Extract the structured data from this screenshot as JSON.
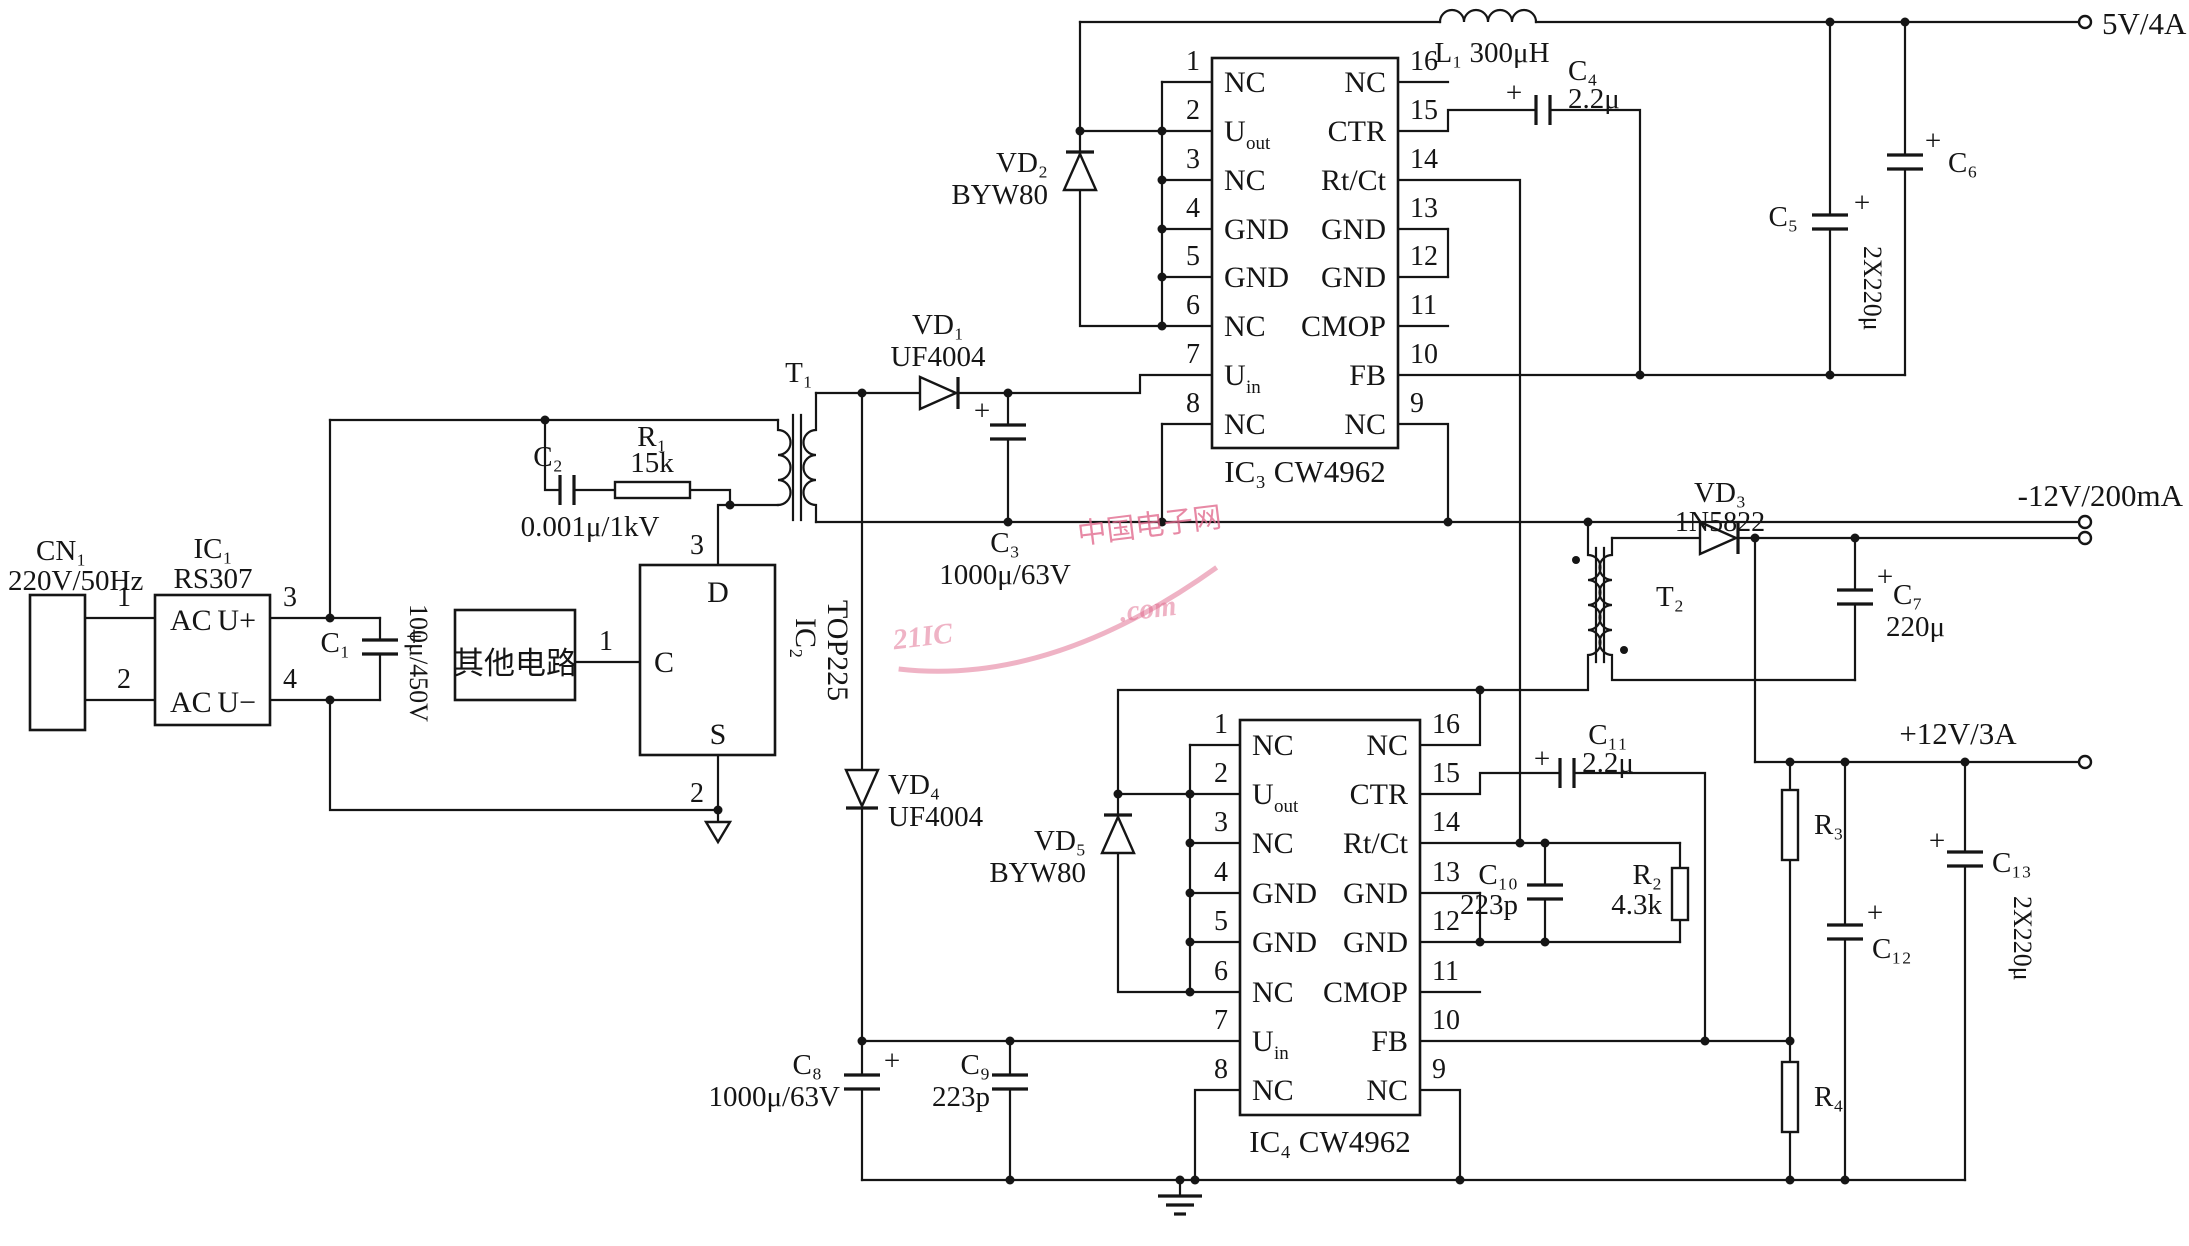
{
  "outputs": {
    "o5v": "5V/4A",
    "neg12": "-12V/200mA",
    "pos12": "+12V/3A"
  },
  "sym": {
    "plus": "+"
  },
  "watermark": {
    "brand": "21IC",
    "suffix": ".com",
    "site": "中国电子网"
  },
  "connector": {
    "ref": "CN₁",
    "value": "220V/50Hz"
  },
  "bridge": {
    "ref": "IC₁",
    "part": "RS307",
    "ac_top": "AC",
    "ac_bot": "AC",
    "u_plus": "U+",
    "u_minus": "U−",
    "pins": {
      "p1": "1",
      "p2": "2",
      "p3": "3",
      "p4": "4"
    }
  },
  "other_box": {
    "label": "其他电路"
  },
  "ic2": {
    "ref": "IC₂",
    "part": "TOP225",
    "pins": {
      "d": "D",
      "c": "C",
      "s": "S",
      "d_num": "3",
      "c_num": "1",
      "s_num": "2"
    }
  },
  "t1": {
    "ref": "T₁"
  },
  "t2": {
    "ref": "T₂"
  },
  "l1": {
    "label": "L₁ 300μH"
  },
  "resistors": {
    "r1": {
      "ref": "R₁",
      "value": "15k"
    },
    "r2": {
      "ref": "R₂",
      "value": "4.3k"
    },
    "r3": {
      "ref": "R₃"
    },
    "r4": {
      "ref": "R₄"
    }
  },
  "diodes": {
    "vd1": {
      "ref": "VD₁",
      "part": "UF4004"
    },
    "vd2": {
      "ref": "VD₂",
      "part": "BYW80"
    },
    "vd3": {
      "ref": "VD₃",
      "part": "1N5822"
    },
    "vd4": {
      "ref": "VD₄",
      "part": "UF4004"
    },
    "vd5": {
      "ref": "VD₅",
      "part": "BYW80"
    }
  },
  "caps": {
    "c1": {
      "ref": "C₁",
      "value": "100μ/450V"
    },
    "c2": {
      "ref": "C₂",
      "value": "0.001μ/1kV"
    },
    "c3": {
      "ref": "C₃",
      "value": "1000μ/63V"
    },
    "c4": {
      "ref": "C₄",
      "value": "2.2μ"
    },
    "c5": {
      "ref": "C₅"
    },
    "c6": {
      "ref": "C₆"
    },
    "c56_value": "2X220μ",
    "c7": {
      "ref": "C₇",
      "value": "220μ"
    },
    "c8": {
      "ref": "C₈",
      "value": "1000μ/63V"
    },
    "c9": {
      "ref": "C₉",
      "value": "223p"
    },
    "c10": {
      "ref": "C₁₀",
      "value": "223p"
    },
    "c11": {
      "ref": "C₁₁",
      "value": "2.2μ"
    },
    "c12": {
      "ref": "C₁₂"
    },
    "c13": {
      "ref": "C₁₃"
    },
    "c1213_value": "2X220μ"
  },
  "ic3": {
    "label": "IC₃ CW4962",
    "left_pins": [
      {
        "num": "1",
        "name": "NC"
      },
      {
        "num": "2",
        "name": "U",
        "sub": "out"
      },
      {
        "num": "3",
        "name": "NC"
      },
      {
        "num": "4",
        "name": "GND"
      },
      {
        "num": "5",
        "name": "GND"
      },
      {
        "num": "6",
        "name": "NC"
      },
      {
        "num": "7",
        "name": "U",
        "sub": "in"
      },
      {
        "num": "8",
        "name": "NC"
      }
    ],
    "right_pins": [
      {
        "num": "16",
        "name": "NC"
      },
      {
        "num": "15",
        "name": "CTR"
      },
      {
        "num": "14",
        "name": "Rt/Ct"
      },
      {
        "num": "13",
        "name": "GND"
      },
      {
        "num": "12",
        "name": "GND"
      },
      {
        "num": "11",
        "name": "CMOP"
      },
      {
        "num": "10",
        "name": "FB"
      },
      {
        "num": "9",
        "name": "NC"
      }
    ]
  },
  "ic4": {
    "label": "IC₄ CW4962",
    "left_pins": [
      {
        "num": "1",
        "name": "NC"
      },
      {
        "num": "2",
        "name": "U",
        "sub": "out"
      },
      {
        "num": "3",
        "name": "NC"
      },
      {
        "num": "4",
        "name": "GND"
      },
      {
        "num": "5",
        "name": "GND"
      },
      {
        "num": "6",
        "name": "NC"
      },
      {
        "num": "7",
        "name": "U",
        "sub": "in"
      },
      {
        "num": "8",
        "name": "NC"
      }
    ],
    "right_pins": [
      {
        "num": "16",
        "name": "NC"
      },
      {
        "num": "15",
        "name": "CTR"
      },
      {
        "num": "14",
        "name": "Rt/Ct"
      },
      {
        "num": "13",
        "name": "GND"
      },
      {
        "num": "12",
        "name": "GND"
      },
      {
        "num": "11",
        "name": "CMOP"
      },
      {
        "num": "10",
        "name": "FB"
      },
      {
        "num": "9",
        "name": "NC"
      }
    ]
  }
}
